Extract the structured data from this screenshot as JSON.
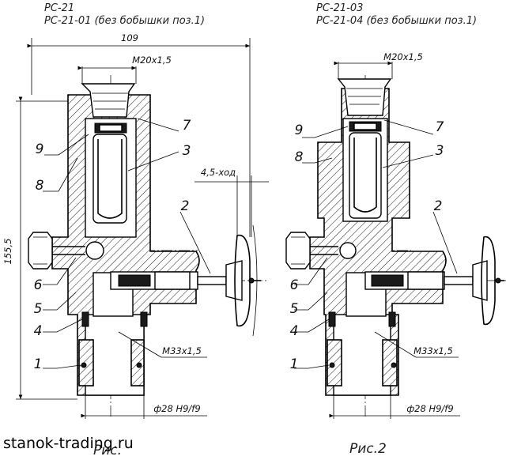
{
  "captions": {
    "left_line1": "РС-21",
    "left_line2": "РС-21-01 (без бобышки поз.1)",
    "right_line1": "РС-21-03",
    "right_line2": "РС-21-04 (без бобышки поз.1)"
  },
  "dimensions": {
    "width": "109",
    "height": "155,5",
    "thread_top_left": "M20x1,5",
    "thread_top_right": "M20x1,5",
    "stroke": "4,5-ход",
    "thread_bottom_left": "M33x1,5",
    "thread_bottom_right": "M33x1,5",
    "bore_left": "ф28 H9/f9",
    "bore_right": "ф28 H9/f9"
  },
  "left_labels": [
    "9",
    "8",
    "7",
    "3",
    "2",
    "6",
    "5",
    "4",
    "1"
  ],
  "right_labels": [
    "9",
    "8",
    "7",
    "3",
    "2",
    "6",
    "5",
    "4",
    "1"
  ],
  "watermark": "stanok-trading.ru",
  "figure_label": "Рис.2",
  "figure_label_partial": "Рис."
}
